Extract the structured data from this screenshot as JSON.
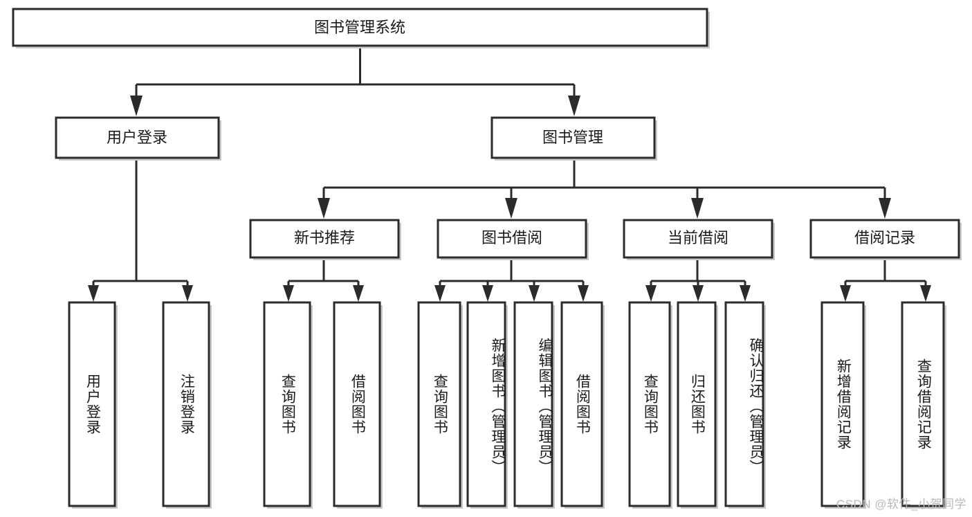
{
  "diagram": {
    "type": "tree-hierarchy-flowchart",
    "title": "图书管理系统",
    "orientation": "top-down",
    "background_color": "#ffffff",
    "box_stroke_color": "#2b2b2b",
    "box_fill_color": "#ffffff",
    "text_color": "#1a1a1a",
    "levels": {
      "level0": {
        "nodes": [
          {
            "id": "root",
            "label": "图书管理系统",
            "orientation": "horizontal"
          }
        ]
      },
      "level1": {
        "nodes": [
          {
            "id": "user-login",
            "label": "用户登录",
            "orientation": "horizontal",
            "parent": "root"
          },
          {
            "id": "book-manage",
            "label": "图书管理",
            "orientation": "horizontal",
            "parent": "root"
          }
        ]
      },
      "level2": {
        "nodes": [
          {
            "id": "new-book-recommend",
            "label": "新书推荐",
            "orientation": "horizontal",
            "parent": "book-manage"
          },
          {
            "id": "book-borrow",
            "label": "图书借阅",
            "orientation": "horizontal",
            "parent": "book-manage"
          },
          {
            "id": "current-borrow",
            "label": "当前借阅",
            "orientation": "horizontal",
            "parent": "book-manage"
          },
          {
            "id": "borrow-record",
            "label": "借阅记录",
            "orientation": "horizontal",
            "parent": "book-manage"
          }
        ]
      },
      "level3": {
        "nodes": [
          {
            "id": "leaf-user-login",
            "label": "用户登录",
            "orientation": "vertical",
            "parent": "user-login"
          },
          {
            "id": "leaf-logout",
            "label": "注销登录",
            "orientation": "vertical",
            "parent": "user-login"
          },
          {
            "id": "leaf-query-book-1",
            "label": "查询图书",
            "orientation": "vertical",
            "parent": "new-book-recommend"
          },
          {
            "id": "leaf-borrow-book-1",
            "label": "借阅图书",
            "orientation": "vertical",
            "parent": "new-book-recommend"
          },
          {
            "id": "leaf-query-book-2",
            "label": "查询图书",
            "orientation": "vertical",
            "parent": "book-borrow"
          },
          {
            "id": "leaf-add-book",
            "label": "新增图书（管理员）",
            "orientation": "vertical",
            "parent": "book-borrow"
          },
          {
            "id": "leaf-edit-book",
            "label": "编辑图书（管理员）",
            "orientation": "vertical",
            "parent": "book-borrow"
          },
          {
            "id": "leaf-borrow-book-2",
            "label": "借阅图书",
            "orientation": "vertical",
            "parent": "book-borrow"
          },
          {
            "id": "leaf-query-book-3",
            "label": "查询图书",
            "orientation": "vertical",
            "parent": "current-borrow"
          },
          {
            "id": "leaf-return-book",
            "label": "归还图书",
            "orientation": "vertical",
            "parent": "current-borrow"
          },
          {
            "id": "leaf-confirm-return",
            "label": "确认归还（管理员）",
            "orientation": "vertical",
            "parent": "current-borrow"
          },
          {
            "id": "leaf-add-record",
            "label": "新增借阅记录",
            "orientation": "vertical",
            "parent": "borrow-record"
          },
          {
            "id": "leaf-query-record",
            "label": "查询借阅记录",
            "orientation": "vertical",
            "parent": "borrow-record"
          }
        ]
      }
    }
  },
  "watermark": {
    "text": "CSDN @软件_小贺同学",
    "color": "#b9b9b9"
  }
}
